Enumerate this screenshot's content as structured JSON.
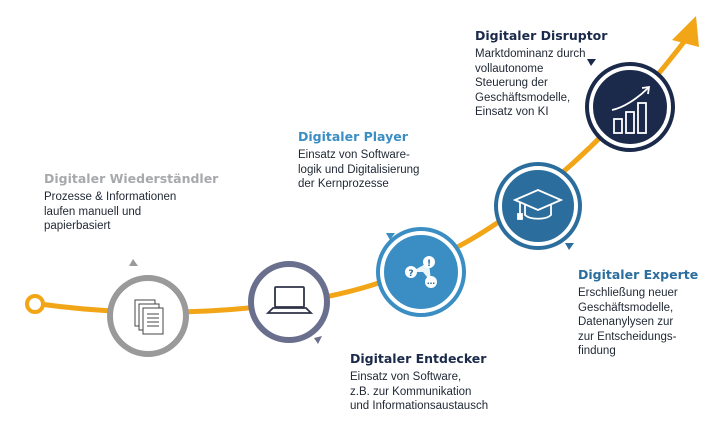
{
  "colors": {
    "curve": "#f2a516",
    "stage_grey": "#9a9a9a",
    "stage_slate": "#6a6f8e",
    "stage_blue": "#3a8ec3",
    "stage_steel": "#2b6e9e",
    "stage_navy": "#1b2a4a",
    "title_grey": "#a7a9ac",
    "title_blue": "#3a8ec3",
    "title_navy": "#1b2a4a"
  },
  "stages": [
    {
      "title": "Digitaler Wiederständler",
      "lines": [
        "Prozesse & Informationen",
        "laufen manuell und",
        "papierbasiert"
      ],
      "icon": "documents-icon"
    },
    {
      "title": "Digitaler Player",
      "lines": [
        "Einsatz von Software-",
        "logik und Digitalisierung",
        "der Kernprozesse"
      ],
      "icon": "laptop-icon"
    },
    {
      "title": "Digitaler Entdecker",
      "lines": [
        "Einsatz von Software,",
        "z.B. zur Kommunikation",
        "und Informationsaustausch"
      ],
      "icon": "communication-icon"
    },
    {
      "title": "Digitaler Experte",
      "lines": [
        "Erschließung neuer",
        "Geschäftsmodelle,",
        "Datenanylysen zur",
        "zur Entscheidungs-",
        "findung"
      ],
      "icon": "graduation-cap-icon"
    },
    {
      "title": "Digitaler Disruptor",
      "lines": [
        "Marktdominanz durch",
        "vollautonome",
        "Steuerung der",
        "Geschäftsmodelle,",
        "Einsatz von KI"
      ],
      "icon": "growth-chart-icon"
    }
  ]
}
